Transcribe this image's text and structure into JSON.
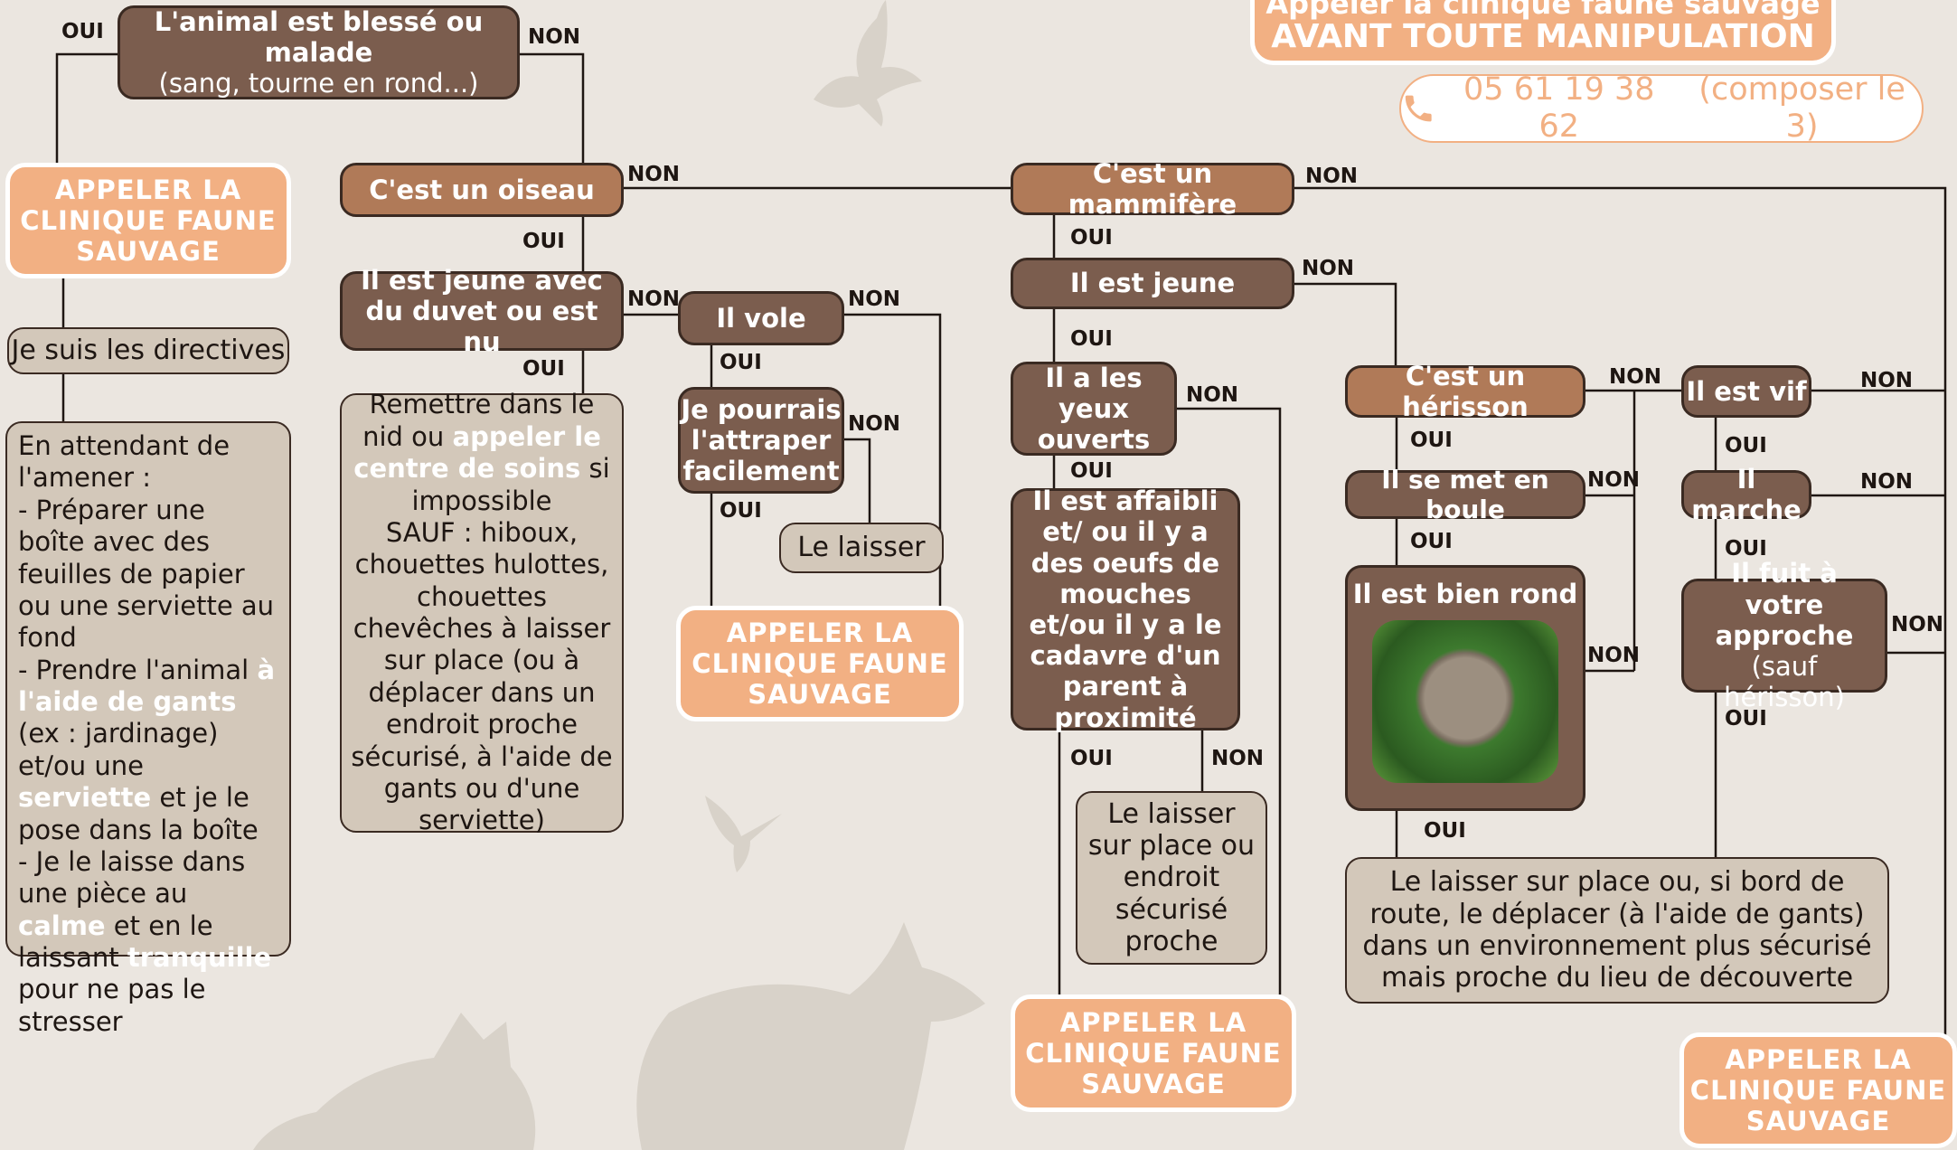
{
  "header": {
    "top_line": "Appeler la clinique faune sauvage",
    "bottom_line": "AVANT TOUTE MANIPULATION",
    "phone_number": "05 61 19 38 62",
    "phone_note": "(composer le 3)"
  },
  "labels": {
    "yes": "OUI",
    "no": "NON"
  },
  "nodes": {
    "injured_title": "L'animal est blessé ou malade",
    "injured_sub": "(sang, tourne en rond...)",
    "call_clinic_1": "APPELER LA CLINIQUE FAUNE SAUVAGE",
    "follow_directives": "Je suis les directives",
    "waiting_instructions": {
      "p1": "En attendant de l'amener :",
      "p2a": "- Préparer une boîte avec des feuilles de papier ou une serviette au fond",
      "p3a": "- Prendre l'animal ",
      "p3b": "à l'aide de gants",
      "p3c": " (ex : jardinage) et/ou une ",
      "p3d": "serviette",
      "p3e": " et je le pose dans la boîte",
      "p4a": "- Je le laisse dans une pièce au ",
      "p4b": "calme",
      "p4c": " et en le laissant ",
      "p4d": "tranquille",
      "p4e": " pour ne pas le stresser"
    },
    "is_bird": "C'est un oiseau",
    "young_down": "Il est jeune avec du duvet ou est nu",
    "nest_instructions": {
      "a": "Remettre dans le nid ou ",
      "b": "appeler le centre de soins",
      "c": " si impossible",
      "d": "SAUF : hiboux, chouettes hulottes, chouettes chevêches à laisser sur place (ou à déplacer dans un endroit proche sécurisé, à l'aide de gants ou d'une serviette)"
    },
    "it_flies": "Il vole",
    "catch_easily": "Je pourrais l'attraper facilement",
    "leave_it": "Le laisser",
    "call_clinic_2": "APPELER LA CLINIQUE FAUNE SAUVAGE",
    "is_mammal": "C'est un mammifère",
    "is_young": "Il est jeune",
    "eyes_open": "Il a les yeux ouverts",
    "weakened": "Il est affaibli et/ ou il y a des oeufs de mouches et/ou il y a le cadavre d'un parent à proximité",
    "leave_in_place": "Le laisser sur place ou endroit sécurisé proche",
    "call_clinic_3": "APPELER LA CLINIQUE FAUNE SAUVAGE",
    "is_hedgehog": "C'est un hérisson",
    "ball": "Il se met en boule",
    "round": "Il est bien rond",
    "lively": "Il est vif",
    "walks": "Il marche",
    "flees_a": "Il fuit à votre approche",
    "flees_b": " (sauf hérisson)",
    "leave_or_move": "Le laisser sur place ou, si bord de route, le déplacer (à l'aide de gants) dans un environnement plus sécurisé mais proche du lieu de découverte",
    "call_clinic_4": "APPELER LA CLINIQUE FAUNE SAUVAGE"
  },
  "colors": {
    "background": "#ebe6e0",
    "node_dark_brown": "#7b5d4e",
    "node_light_brown": "#b07a58",
    "node_beige": "#d3c8ba",
    "call_box_peach": "#f2b083",
    "highlight": "#ffffff"
  },
  "icons": [
    "phone-icon",
    "hedgehog-photo",
    "dove-silhouette",
    "hummingbird-silhouette",
    "fox-silhouette",
    "deer-silhouette"
  ]
}
